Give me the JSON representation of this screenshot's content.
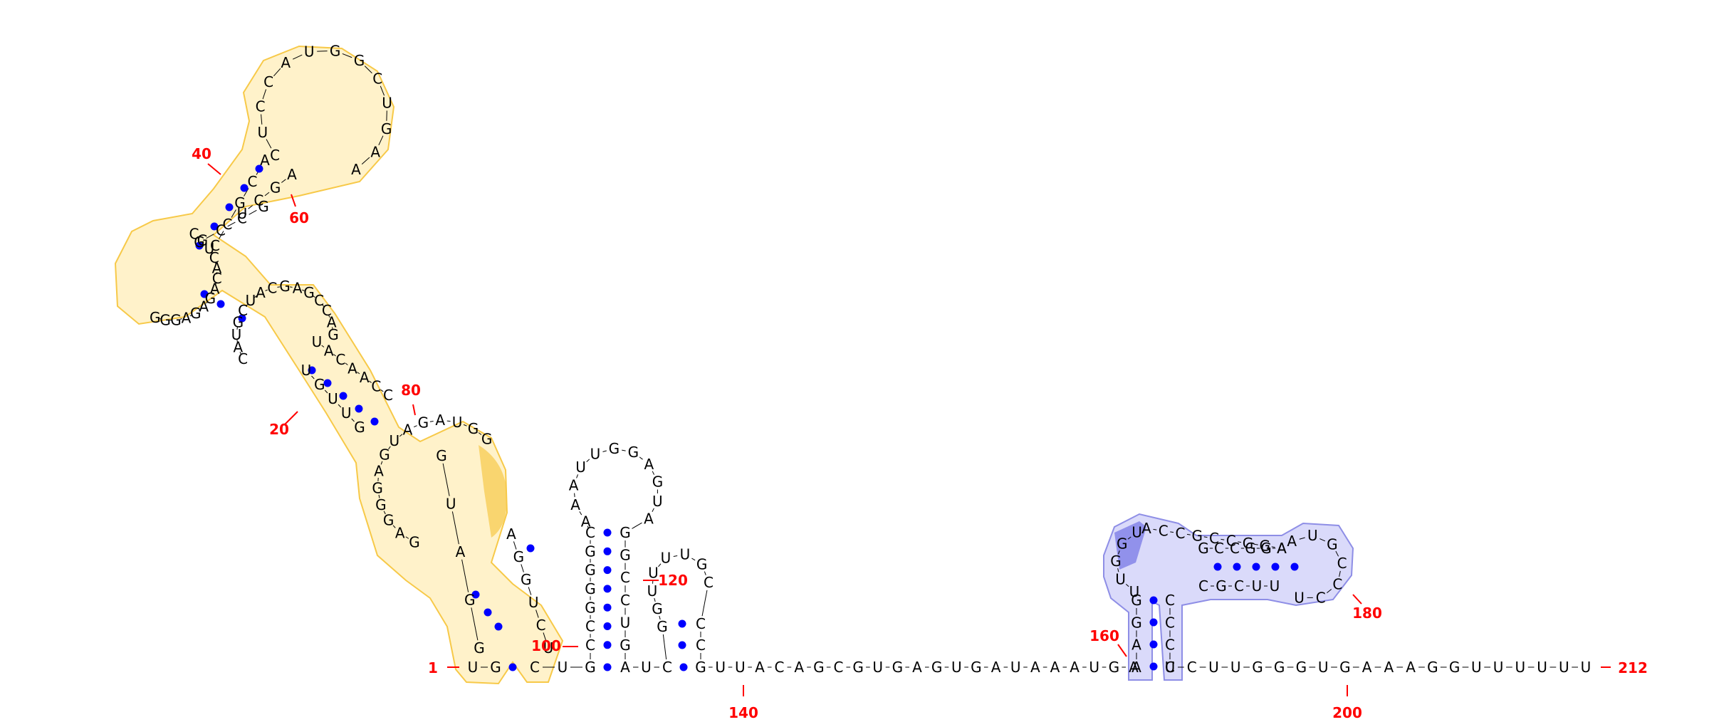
{
  "diagram": {
    "type": "rna-secondary-structure",
    "sequence_length": 212,
    "highlight_colors": {
      "domain_a": "#f7c948",
      "domain_b": "#8e8ee6",
      "pair_dot": "#0000ff",
      "position_label": "#ff0000"
    },
    "position_labels": [
      "1",
      "20",
      "40",
      "60",
      "80",
      "100",
      "120",
      "140",
      "160",
      "180",
      "200",
      "212"
    ],
    "strands": {
      "tail_1": "U-G",
      "stem_1_5prime": "CUG",
      "tail_2": "A-U-C",
      "linker_3prime": "G-U-U-A-C-A-G-C-G-U-G-A-G-U-G-A-U-A-A-A-U-G-A",
      "tail_3prime": "C-C-U-U-G-G-G-U-G-A-A-A-G-G-U-U-U-U-U-U",
      "hairpin_100_5prime": "CCGGGGC",
      "hairpin_100_loop": "AAAUUGGAGUA",
      "hairpin_100_3prime": "GGCCUG",
      "hairpin_120_5prime": "GGU",
      "hairpin_120_loop": "UUUGC",
      "hairpin_120_3prime": "CC",
      "yellow_domain": "GGAUCGUGUUGGAGUUGAGAGCCAAAAUAAGAGCACUUAGCUAGCAACCGACUGUCAACUAAGGAGCCGACACAAGGAACUUACGCAUG",
      "blue_domain_left": "AGGUUACCGCCGGAAUGCCUUCUGCCGCUCCU"
    }
  }
}
